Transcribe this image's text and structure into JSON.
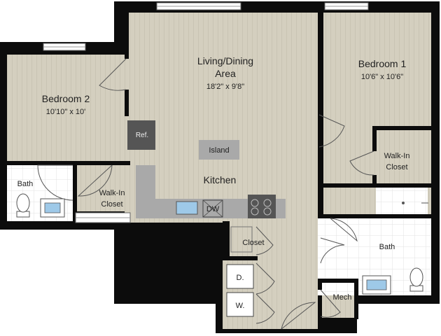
{
  "colors": {
    "wall": "#0c0c0c",
    "wood_floor": "#d4cfbf",
    "wood_grain": "#c7c1b0",
    "tile_floor": "#ffffff",
    "tile_line": "#e2e2e2",
    "counter": "#a9a9a9",
    "appliance_dark": "#555555",
    "sink_blue": "#9ec9e8",
    "window": "#ffffff"
  },
  "rooms": {
    "living": {
      "name_line1": "Living/Dining",
      "name_line2": "Area",
      "dims": "18'2\" x 9'8\""
    },
    "bedroom1": {
      "name": "Bedroom 1",
      "dims": "10'6\" x 10'6\""
    },
    "bedroom2": {
      "name": "Bedroom 2",
      "dims": "10'10\" x 10'"
    },
    "kitchen": {
      "name": "Kitchen"
    },
    "bath_left": {
      "name": "Bath"
    },
    "bath_right": {
      "name": "Bath"
    },
    "walkin_left": {
      "line1": "Walk-In",
      "line2": "Closet"
    },
    "walkin_right": {
      "line1": "Walk-In",
      "line2": "Closet"
    },
    "closet": {
      "name": "Closet"
    },
    "mech": {
      "name": "Mech"
    }
  },
  "fixtures": {
    "island": "Island",
    "refrigerator": "Ref.",
    "dishwasher": "DW",
    "dryer": "D.",
    "washer": "W."
  },
  "icons": [
    "door-swing-icon",
    "toilet-icon",
    "sink-icon",
    "cooktop-icon",
    "window-icon",
    "shower-drain-icon"
  ]
}
